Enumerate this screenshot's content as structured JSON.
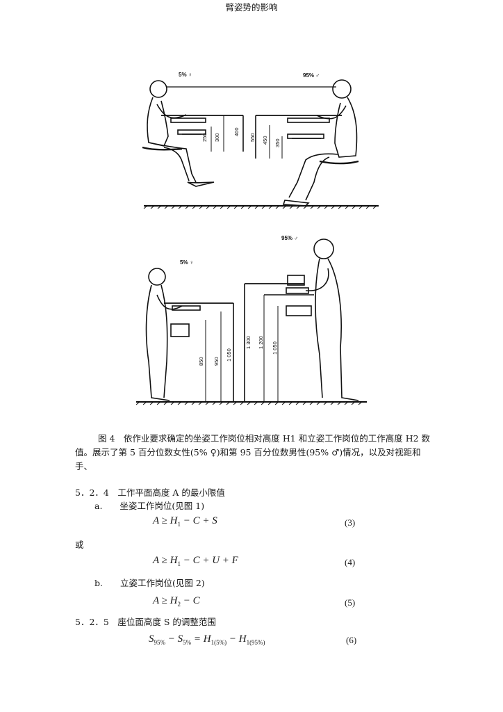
{
  "figure": {
    "top_labels": {
      "female": "5% ♀",
      "male": "95% ♂"
    },
    "top_dims_left": [
      "250",
      "300",
      "400"
    ],
    "top_dims_right": [
      "550",
      "450",
      "350"
    ],
    "bottom_labels": {
      "female": "5% ♀",
      "male": "95% ♂"
    },
    "bottom_dims_left": [
      "850",
      "950",
      "1 050"
    ],
    "bottom_dims_right": [
      "1 300",
      "1 200",
      "1 050"
    ]
  },
  "caption": {
    "line1": "图 4　依作业要求确定的坐姿工作岗位相对高度 H1 和立姿工作岗位的工作高度 H2 数",
    "line2": "值。展示了第 5 百分位数女性(5% ♀)和第 95 百分位数男性(95% ♂)情况，以及对视距和手、",
    "line3": "臂姿势的影响"
  },
  "section_524": {
    "heading": "5．2．4　工作平面高度 A 的最小限值",
    "item_a": "a.　　坐姿工作岗位(见图 1)",
    "eq3": {
      "lhs": "A ≥ H",
      "sub": "1",
      "rhs": " − C + S",
      "num": "(3)"
    },
    "or": "或",
    "eq4": {
      "lhs": "A ≥ H",
      "sub": "1",
      "rhs": " − C + U + F",
      "num": "(4)"
    },
    "item_b": "b.　　立姿工作岗位(见图 2)",
    "eq5": {
      "lhs": "A ≥ H",
      "sub": "2",
      "rhs": " − C",
      "num": "(5)"
    }
  },
  "section_525": {
    "heading": "5．2．5　座位面高度 S 的调整范围",
    "eq6": {
      "s1": "S",
      "s1sub": "95%",
      "mid": " − S",
      "s2sub": "5%",
      "eqh": " = H",
      "h1sub": "1(5%)",
      "mid2": " − H",
      "h2sub": "1(95%)",
      "num": "(6)"
    }
  }
}
